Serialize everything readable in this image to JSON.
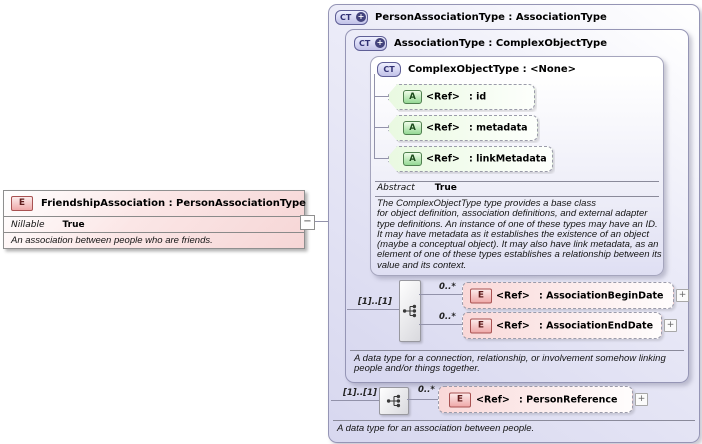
{
  "glyphs": {
    "minus": "−",
    "plus": "+"
  },
  "colors": {
    "lavender_fill": "#d7d7ef",
    "pink_fill": "#f9d8d8",
    "green_fill": "#e9f9e1",
    "element_badge_border": "#a85252",
    "attribute_badge_border": "#4f7f4f",
    "type_badge_border": "#5f5f96"
  },
  "left_box": {
    "badge": "E",
    "title": "FriendshipAssociation : PersonAssociationType",
    "nillable_label": "Nillable",
    "nillable_value": "True",
    "description": "An association between people who are friends."
  },
  "outer": {
    "badge": "CT",
    "title": "PersonAssociationType : AssociationType",
    "sequence_cardinality": "[1]..[1]",
    "person_reference": {
      "occurs": "0..*",
      "badge": "E",
      "ref": "<Ref>",
      "name": ": PersonReference"
    },
    "description": "A data type for an association between people."
  },
  "association_type": {
    "badge": "CT",
    "title": "AssociationType : ComplexObjectType",
    "sequence_cardinality": "[1]..[1]",
    "begin_date": {
      "occurs": "0..*",
      "badge": "E",
      "ref": "<Ref>",
      "name": ": AssociationBeginDate"
    },
    "end_date": {
      "occurs": "0..*",
      "badge": "E",
      "ref": "<Ref>",
      "name": ": AssociationEndDate"
    },
    "description_lines": [
      "A data type for a connection, relationship, or involvement somehow linking",
      "people and/or things together."
    ]
  },
  "complex_object_type": {
    "badge": "CT",
    "title": "ComplexObjectType : <None>",
    "attributes": [
      {
        "badge": "A",
        "ref": "<Ref>",
        "name": ": id"
      },
      {
        "badge": "A",
        "ref": "<Ref>",
        "name": ": metadata"
      },
      {
        "badge": "A",
        "ref": "<Ref>",
        "name": ": linkMetadata"
      }
    ],
    "abstract_label": "Abstract",
    "abstract_value": "True",
    "description_lines": [
      "The ComplexObjectType type provides a base class",
      "for object definition, association definitions, and external adapter",
      "type definitions. An instance of one of these types may have an ID.",
      "It may have metadata as it establishes the existence of an object",
      "(maybe a conceptual object). It may also have link metadata, as an",
      "element of one of these types establishes a relationship between its",
      "value and its context."
    ]
  }
}
